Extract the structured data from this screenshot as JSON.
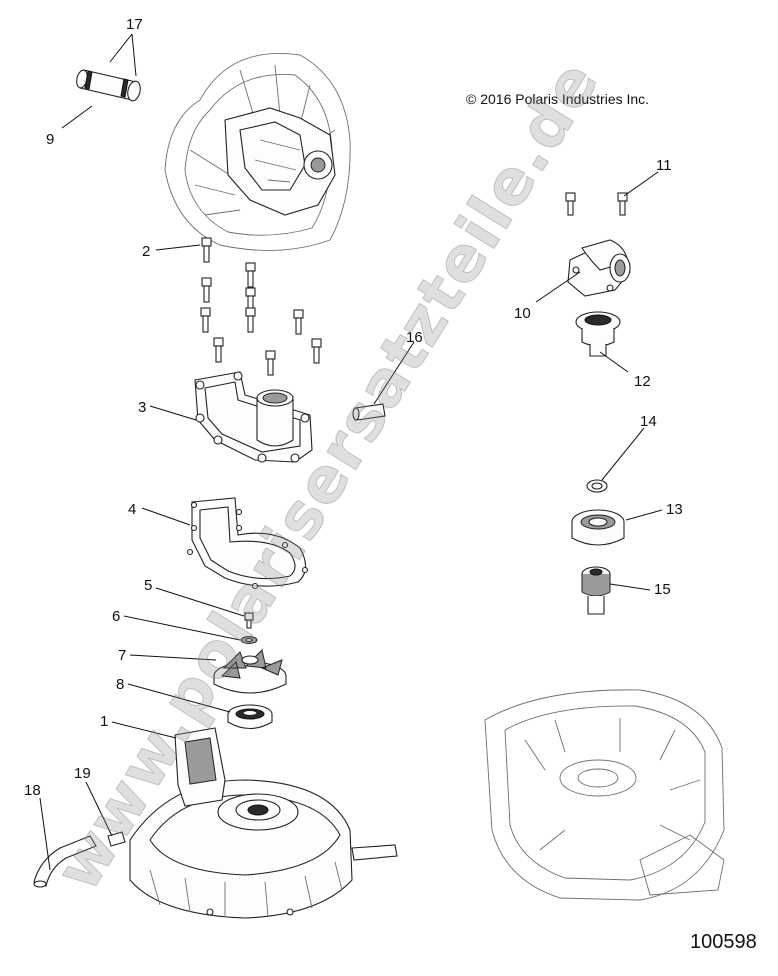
{
  "copyright": "© 2016 Polaris Industries Inc.",
  "document_number": "100598",
  "watermark": "www.polarisersatzteile.de",
  "callouts": [
    {
      "id": "callout-1",
      "label": "1"
    },
    {
      "id": "callout-2",
      "label": "2"
    },
    {
      "id": "callout-3",
      "label": "3"
    },
    {
      "id": "callout-4",
      "label": "4"
    },
    {
      "id": "callout-5",
      "label": "5"
    },
    {
      "id": "callout-6",
      "label": "6"
    },
    {
      "id": "callout-7",
      "label": "7"
    },
    {
      "id": "callout-8",
      "label": "8"
    },
    {
      "id": "callout-9",
      "label": "9"
    },
    {
      "id": "callout-10",
      "label": "10"
    },
    {
      "id": "callout-11",
      "label": "11"
    },
    {
      "id": "callout-12",
      "label": "12"
    },
    {
      "id": "callout-13",
      "label": "13"
    },
    {
      "id": "callout-14",
      "label": "14"
    },
    {
      "id": "callout-15",
      "label": "15"
    },
    {
      "id": "callout-16",
      "label": "16"
    },
    {
      "id": "callout-17",
      "label": "17"
    },
    {
      "id": "callout-18",
      "label": "18"
    },
    {
      "id": "callout-19",
      "label": "19"
    }
  ]
}
